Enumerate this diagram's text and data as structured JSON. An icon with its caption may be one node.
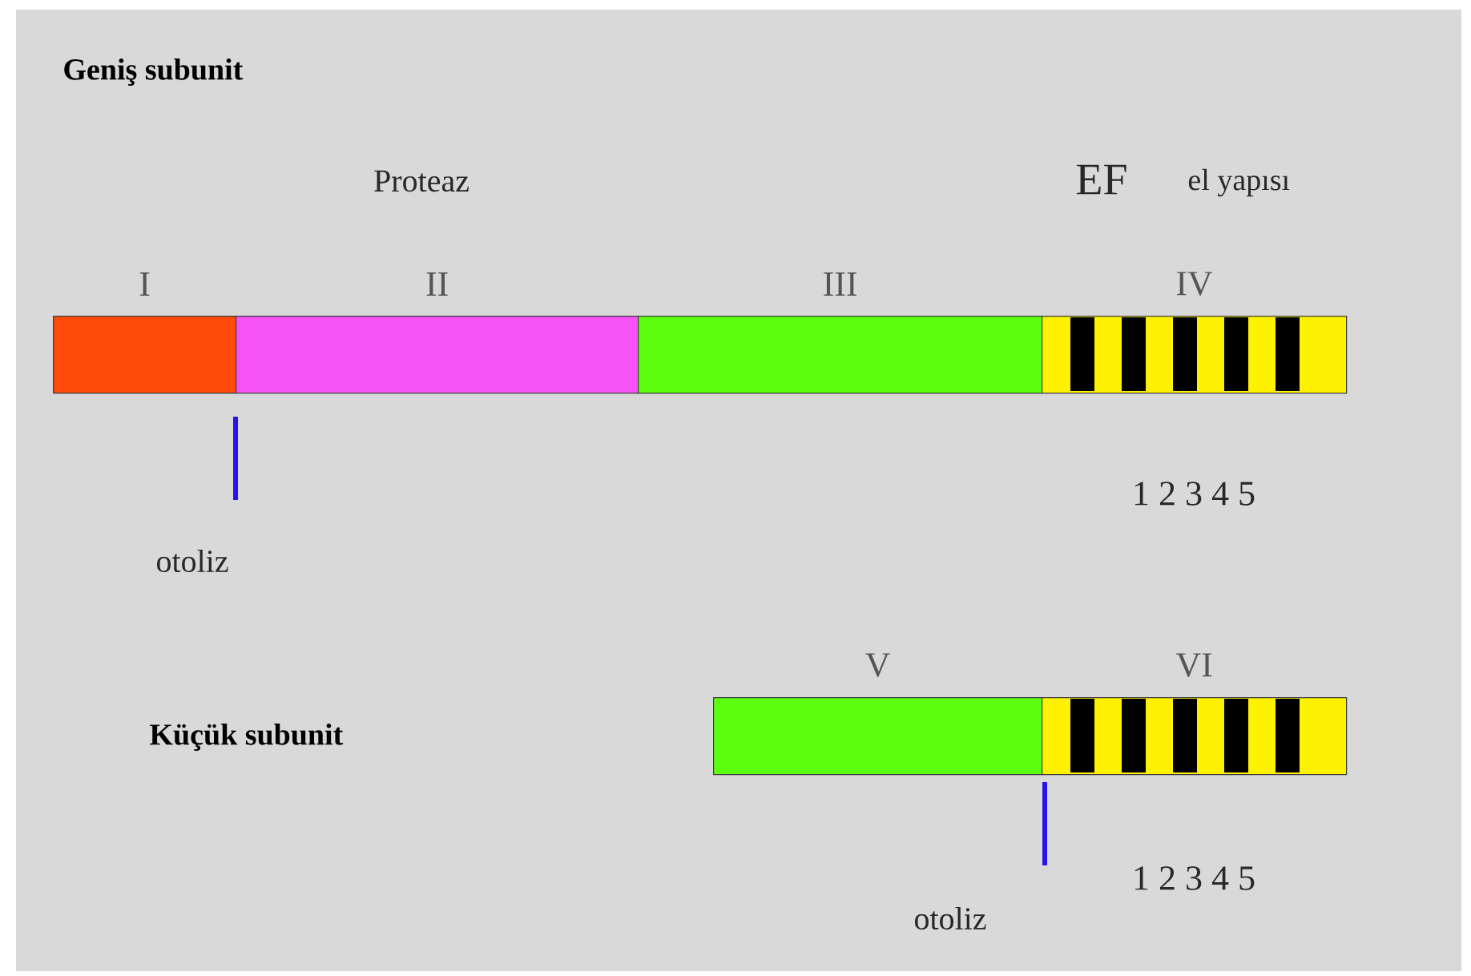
{
  "diagram": {
    "nodes": [
      {
        "text": [
          "I"
        ]
      },
      {
        "text": [
          "II"
        ]
      },
      {
        "text": [
          "III"
        ]
      },
      {
        "text": [
          "IV"
        ]
      },
      {
        "text": [
          "V"
        ]
      },
      {
        "text": [
          "VI"
        ]
      }
    ],
    "labels": [
      "Geniş subunit",
      "Proteaz",
      "EF",
      "el yapısı",
      "1 2 3 4 5",
      "otoliz",
      "Küçük subunit",
      "1 2 3 4 5",
      "otoliz"
    ]
  }
}
